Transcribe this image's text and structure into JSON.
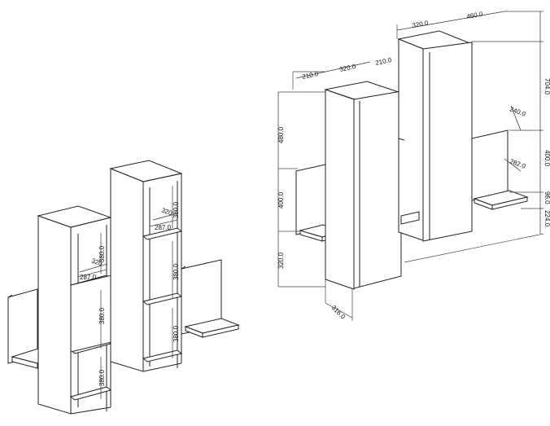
{
  "left_drawing": {
    "dims": {
      "left_unit_w": "287.0",
      "left_unit_d": "320",
      "left_unit_h1": "380.0",
      "left_unit_h2": "380.0",
      "left_unit_h3": "380.0",
      "right_unit_w": "287.0",
      "right_unit_d": "320",
      "right_unit_h1": "380.0",
      "right_unit_h2": "380.0",
      "right_unit_h3": "380.0"
    }
  },
  "right_drawing": {
    "dims": {
      "top_320_a": "320.0",
      "top_460": "460.0",
      "left_210_a": "210.0",
      "mid_320_b": "320.0",
      "left_210_b": "210.0",
      "v_480": "480.0",
      "v_400": "400.0",
      "v_320": "320.0",
      "v_704": "704.0",
      "v_240": "240.0",
      "v_400_r": "400.0",
      "v_282": "282.0",
      "v_96": "96.0",
      "v_224": "224.0",
      "bottom_316": "316.0"
    }
  }
}
